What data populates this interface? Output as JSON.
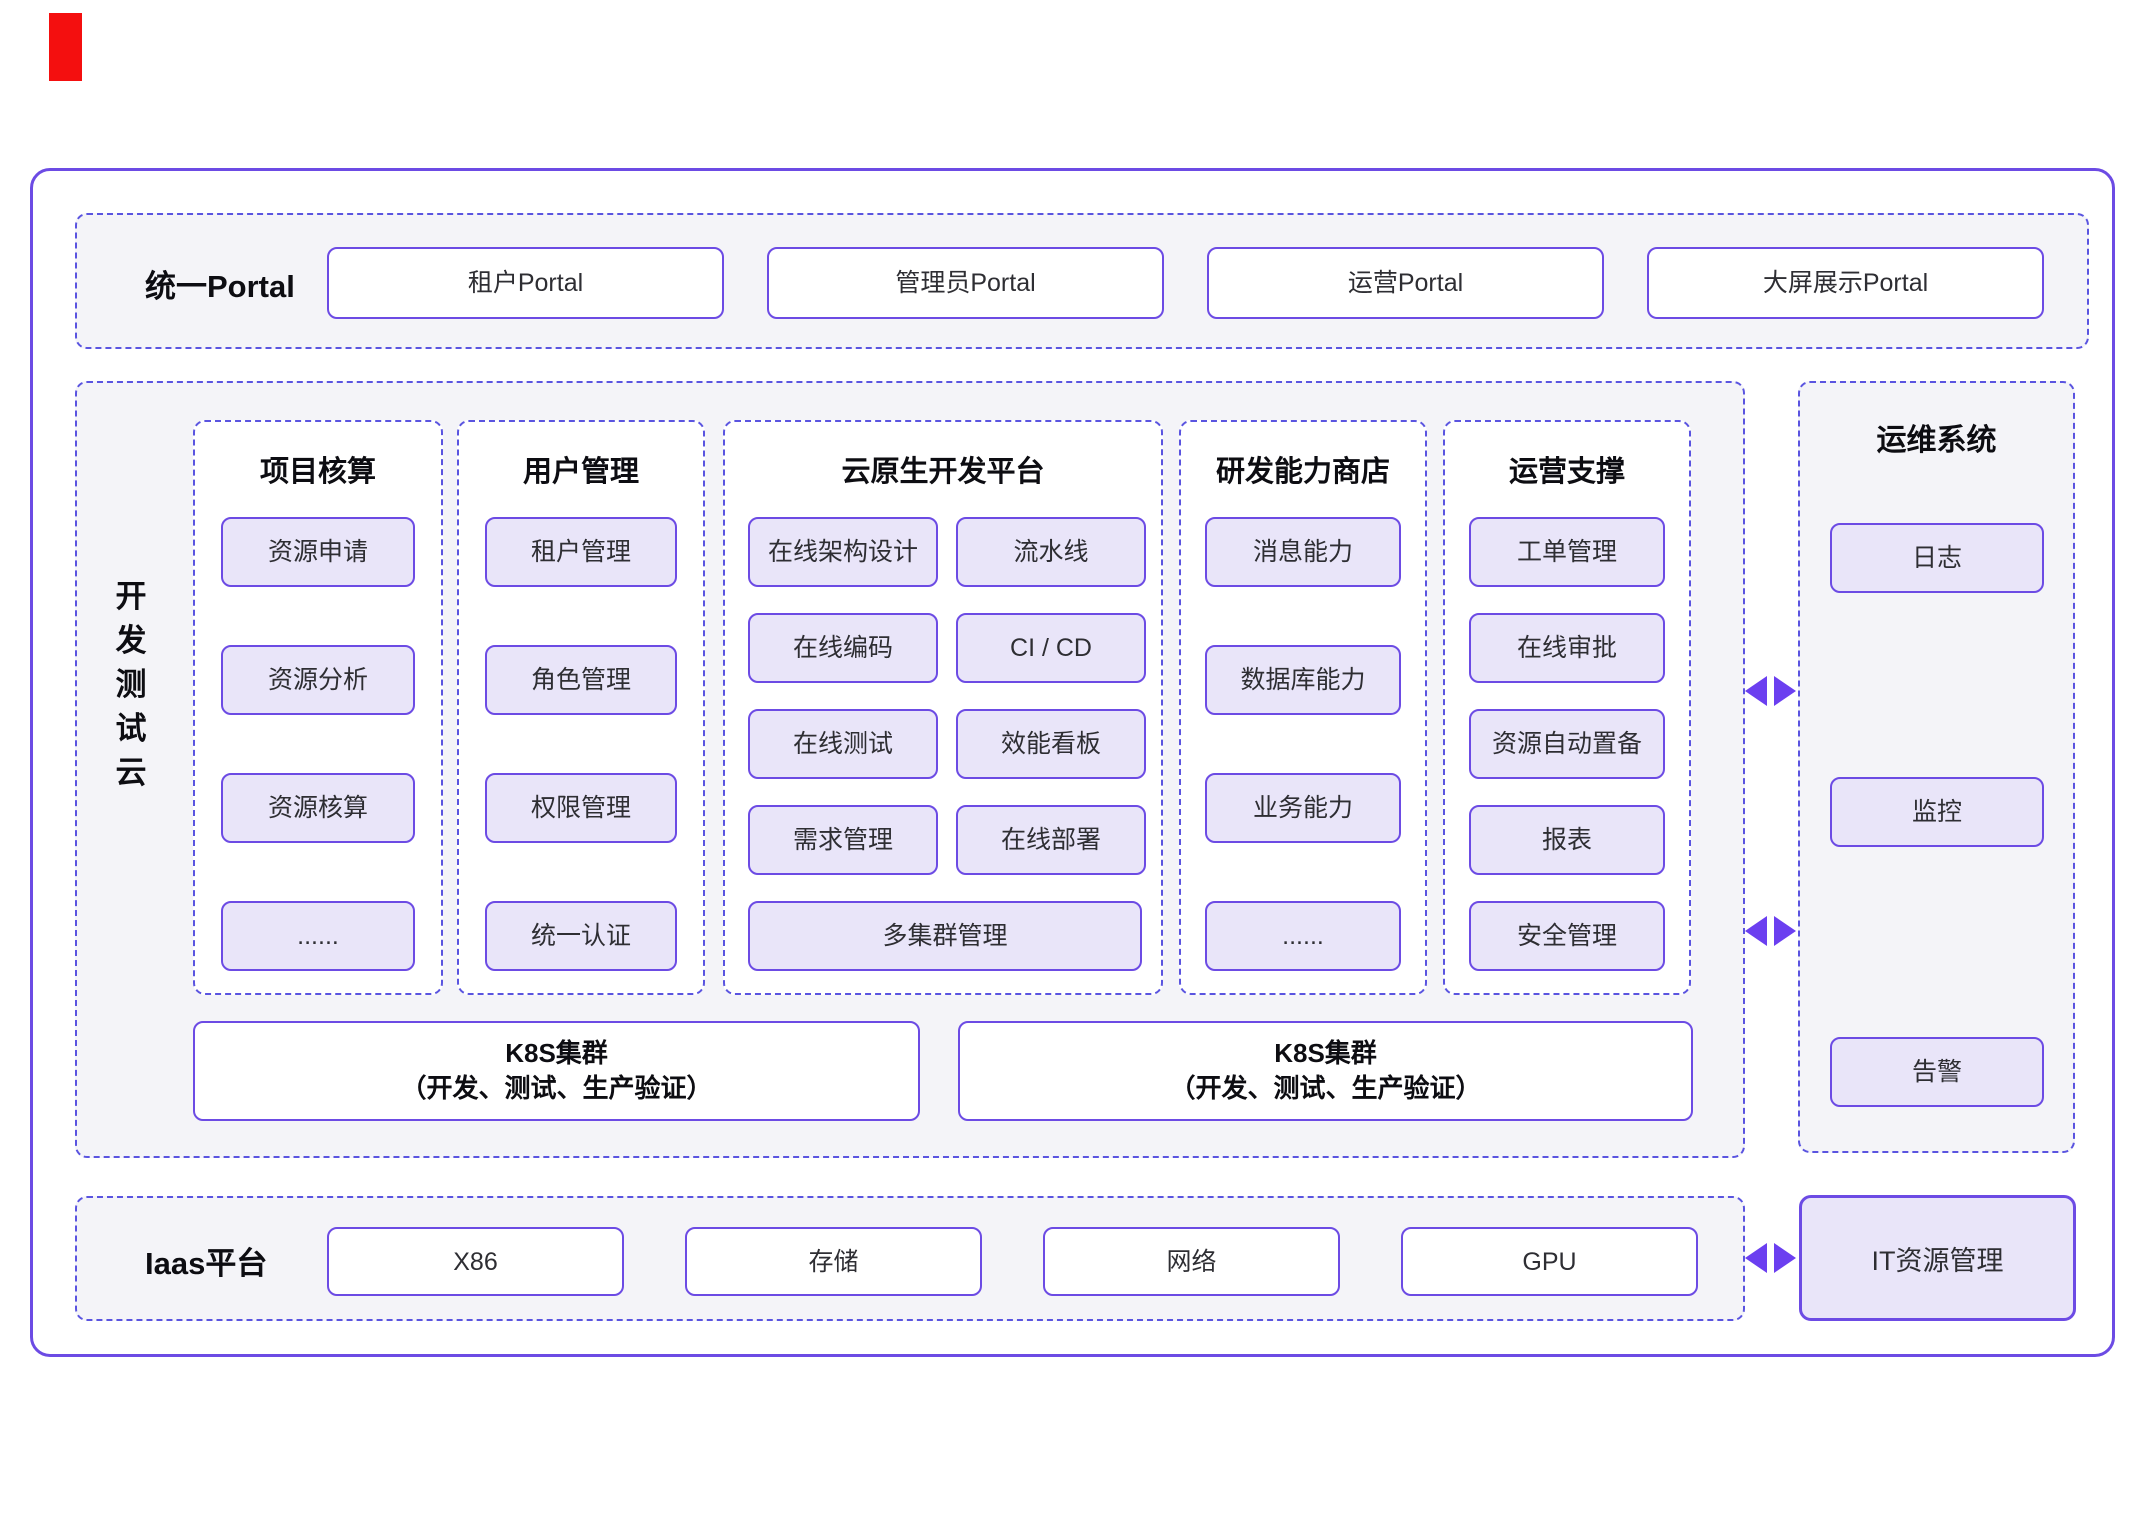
{
  "decor": {
    "red_marker_color": "#F40F0F"
  },
  "colors": {
    "accent_purple": "#6C4BE4",
    "dashed_purple": "#5A54E0",
    "arrow_purple": "#6B3FF0",
    "panel_gray": "#F4F4F8",
    "item_lavender": "#E9E5F9"
  },
  "portal": {
    "label": "统一Portal",
    "items": [
      "租户Portal",
      "管理员Portal",
      "运营Portal",
      "大屏展示Portal"
    ]
  },
  "dev": {
    "vertical_label": [
      "开",
      "发",
      "测",
      "试",
      "云"
    ],
    "columns": [
      {
        "title": "项目核算",
        "items": [
          "资源申请",
          "资源分析",
          "资源核算",
          "......"
        ]
      },
      {
        "title": "用户管理",
        "items": [
          "租户管理",
          "角色管理",
          "权限管理",
          "统一认证"
        ]
      },
      {
        "title": "云原生开发平台",
        "items_left": [
          "在线架构设计",
          "在线编码",
          "在线测试",
          "需求管理"
        ],
        "items_right": [
          "流水线",
          "CI / CD",
          "效能看板",
          "在线部署"
        ],
        "item_full": "多集群管理"
      },
      {
        "title": "研发能力商店",
        "items": [
          "消息能力",
          "数据库能力",
          "业务能力",
          "......"
        ]
      },
      {
        "title": "运营支撑",
        "items": [
          "工单管理",
          "在线审批",
          "资源自动置备",
          "报表",
          "安全管理"
        ]
      }
    ],
    "k8s": [
      {
        "title": "K8S集群",
        "subtitle": "（开发、测试、生产验证）"
      },
      {
        "title": "K8S集群",
        "subtitle": "（开发、测试、生产验证）"
      }
    ]
  },
  "ops": {
    "title": "运维系统",
    "items": [
      "日志",
      "监控",
      "告警"
    ]
  },
  "iaas": {
    "label": "Iaas平台",
    "items": [
      "X86",
      "存储",
      "网络",
      "GPU"
    ]
  },
  "it": {
    "label": "IT资源管理"
  }
}
